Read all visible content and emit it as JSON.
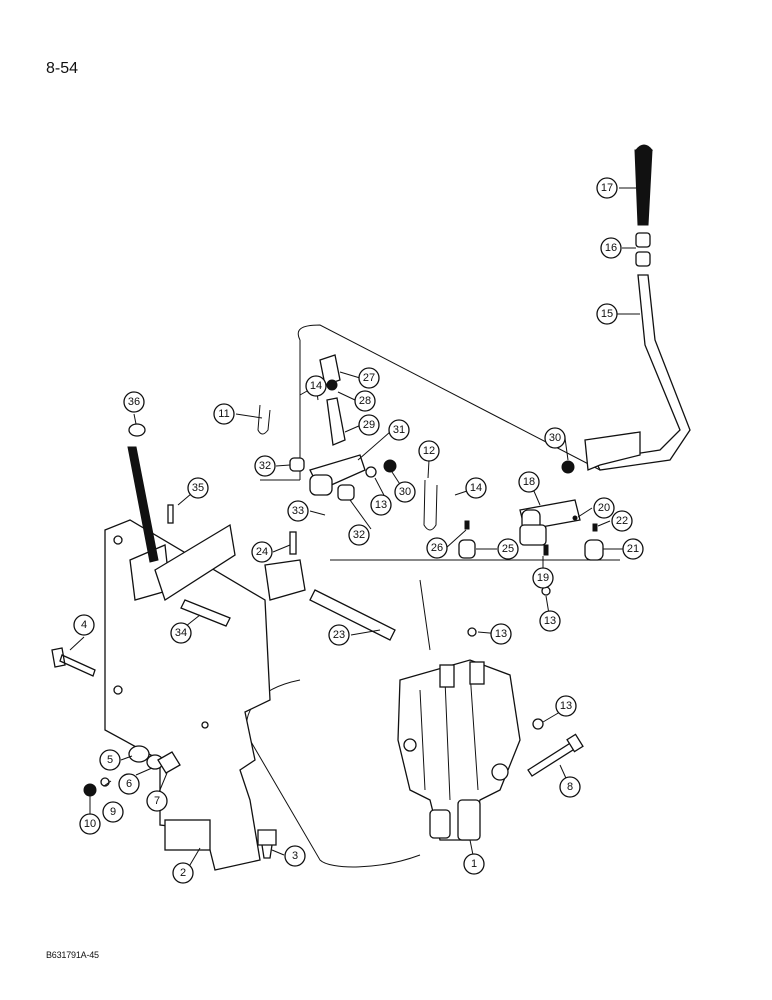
{
  "page": {
    "number": "8-54",
    "drawing_code": "B631791A-45"
  },
  "callouts": [
    {
      "id": "c1",
      "label": "1"
    },
    {
      "id": "c2",
      "label": "2"
    },
    {
      "id": "c3",
      "label": "3"
    },
    {
      "id": "c4",
      "label": "4"
    },
    {
      "id": "c5",
      "label": "5"
    },
    {
      "id": "c6",
      "label": "6"
    },
    {
      "id": "c7",
      "label": "7"
    },
    {
      "id": "c8",
      "label": "8"
    },
    {
      "id": "c9",
      "label": "9"
    },
    {
      "id": "c10",
      "label": "10"
    },
    {
      "id": "c11",
      "label": "11"
    },
    {
      "id": "c12",
      "label": "12"
    },
    {
      "id": "c13a",
      "label": "13"
    },
    {
      "id": "c13b",
      "label": "13"
    },
    {
      "id": "c13c",
      "label": "13"
    },
    {
      "id": "c13d",
      "label": "13"
    },
    {
      "id": "c14a",
      "label": "14"
    },
    {
      "id": "c14b",
      "label": "14"
    },
    {
      "id": "c15",
      "label": "15"
    },
    {
      "id": "c16",
      "label": "16"
    },
    {
      "id": "c17",
      "label": "17"
    },
    {
      "id": "c18",
      "label": "18"
    },
    {
      "id": "c19",
      "label": "19"
    },
    {
      "id": "c20",
      "label": "20"
    },
    {
      "id": "c21",
      "label": "21"
    },
    {
      "id": "c22",
      "label": "22"
    },
    {
      "id": "c23",
      "label": "23"
    },
    {
      "id": "c24",
      "label": "24"
    },
    {
      "id": "c25",
      "label": "25"
    },
    {
      "id": "c26",
      "label": "26"
    },
    {
      "id": "c27",
      "label": "27"
    },
    {
      "id": "c28",
      "label": "28"
    },
    {
      "id": "c29",
      "label": "29"
    },
    {
      "id": "c30a",
      "label": "30"
    },
    {
      "id": "c30b",
      "label": "30"
    },
    {
      "id": "c31",
      "label": "31"
    },
    {
      "id": "c32a",
      "label": "32"
    },
    {
      "id": "c32b",
      "label": "32"
    },
    {
      "id": "c33",
      "label": "33"
    },
    {
      "id": "c34",
      "label": "34"
    },
    {
      "id": "c35",
      "label": "35"
    },
    {
      "id": "c36",
      "label": "36"
    }
  ]
}
